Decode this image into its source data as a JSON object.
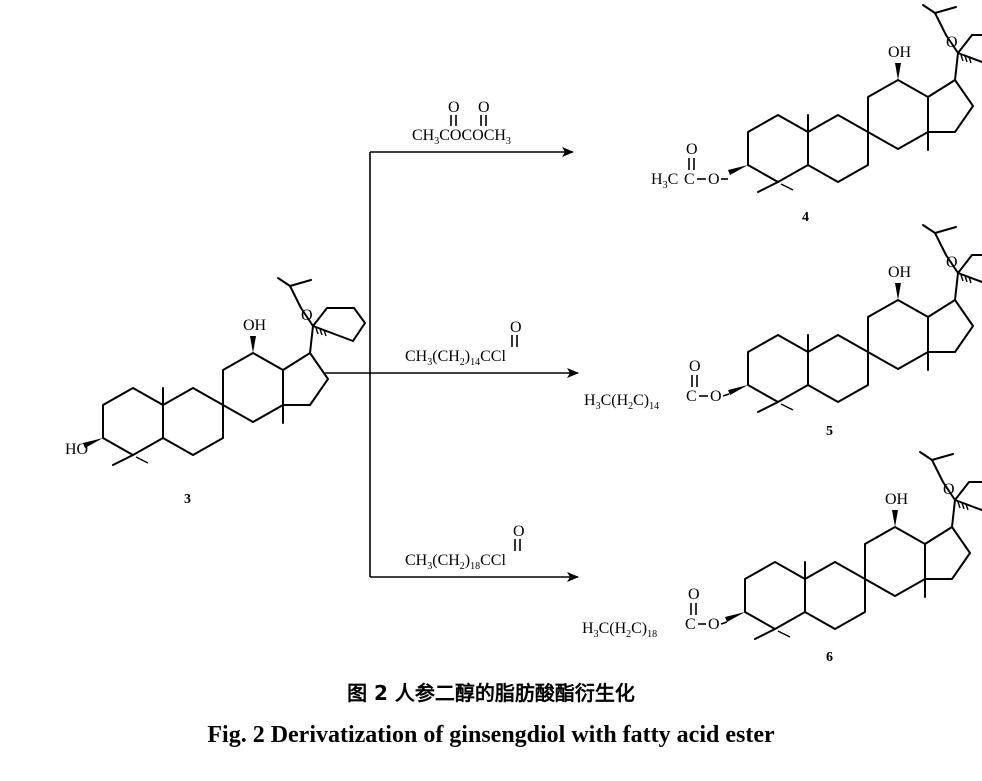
{
  "figure": {
    "caption_cn": "图 2   人参二醇的脂肪酸酯衍生化",
    "caption_en": "Fig. 2   Derivatization of ginsengdiol with fatty acid ester"
  },
  "compounds": {
    "c3": {
      "number": "3",
      "oh_top": "OH",
      "oh_left": "HO",
      "ring_o": "O"
    },
    "c4": {
      "number": "4",
      "oh_top": "OH",
      "ring_o": "O",
      "ester": {
        "prefix": "H3C",
        "c": "C",
        "o": "O",
        "link_o": "O"
      }
    },
    "c5": {
      "number": "5",
      "oh_top": "OH",
      "ring_o": "O",
      "ester": {
        "prefix": "H3C(H2C)14",
        "c": "C",
        "o": "O",
        "link_o": "O"
      }
    },
    "c6": {
      "number": "6",
      "oh_top": "OH",
      "ring_o": "O",
      "ester": {
        "prefix": "H3C(H2C)18",
        "c": "C",
        "o": "O",
        "link_o": "O"
      }
    }
  },
  "reagents": {
    "r1": {
      "text": "CH3COCOCH3",
      "o1": "O",
      "o2": "O"
    },
    "r2": {
      "text": "CH3(CH2)14CCl",
      "o": "O"
    },
    "r3": {
      "text": "CH3(CH2)18CCl",
      "o": "O"
    }
  }
}
